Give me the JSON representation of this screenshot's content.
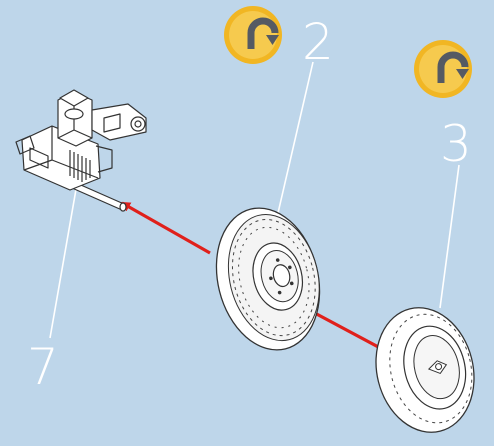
{
  "callouts": [
    {
      "number": "2",
      "has_rotate_icon": true
    },
    {
      "number": "3",
      "has_rotate_icon": true
    },
    {
      "number": "7",
      "has_rotate_icon": false
    }
  ],
  "icons": {
    "rotate": "rotate-clockwise-icon"
  },
  "colors": {
    "background": "#bed6ea",
    "arrow": "#e0201b",
    "icon_outer": "#f1b623",
    "icon_inner": "#f6ca4e",
    "icon_arrow": "#555a63",
    "callout_line": "#ffffff",
    "part_fill": "#ffffff",
    "part_stroke": "#333333"
  }
}
